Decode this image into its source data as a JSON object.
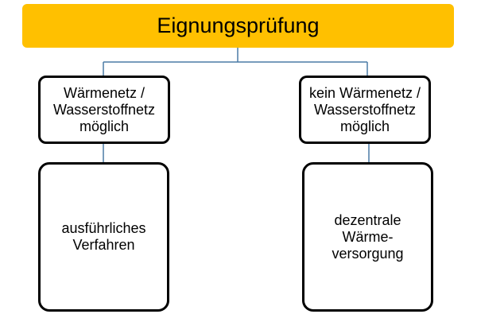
{
  "diagram": {
    "root": {
      "label": "Eignungsprüfung"
    },
    "branches": [
      {
        "condition": "Wärmenetz /\nWasserstoffnetz\nmöglich",
        "outcome": "ausführliches\nVerfahren"
      },
      {
        "condition": "kein Wärmenetz /\nWasserstoffnetz\nmöglich",
        "outcome": "dezentrale\nWärme-\nversorgung"
      }
    ]
  },
  "colors": {
    "root_fill": "#ffc000",
    "connector": "#4a7ba6",
    "box_border": "#000000"
  }
}
